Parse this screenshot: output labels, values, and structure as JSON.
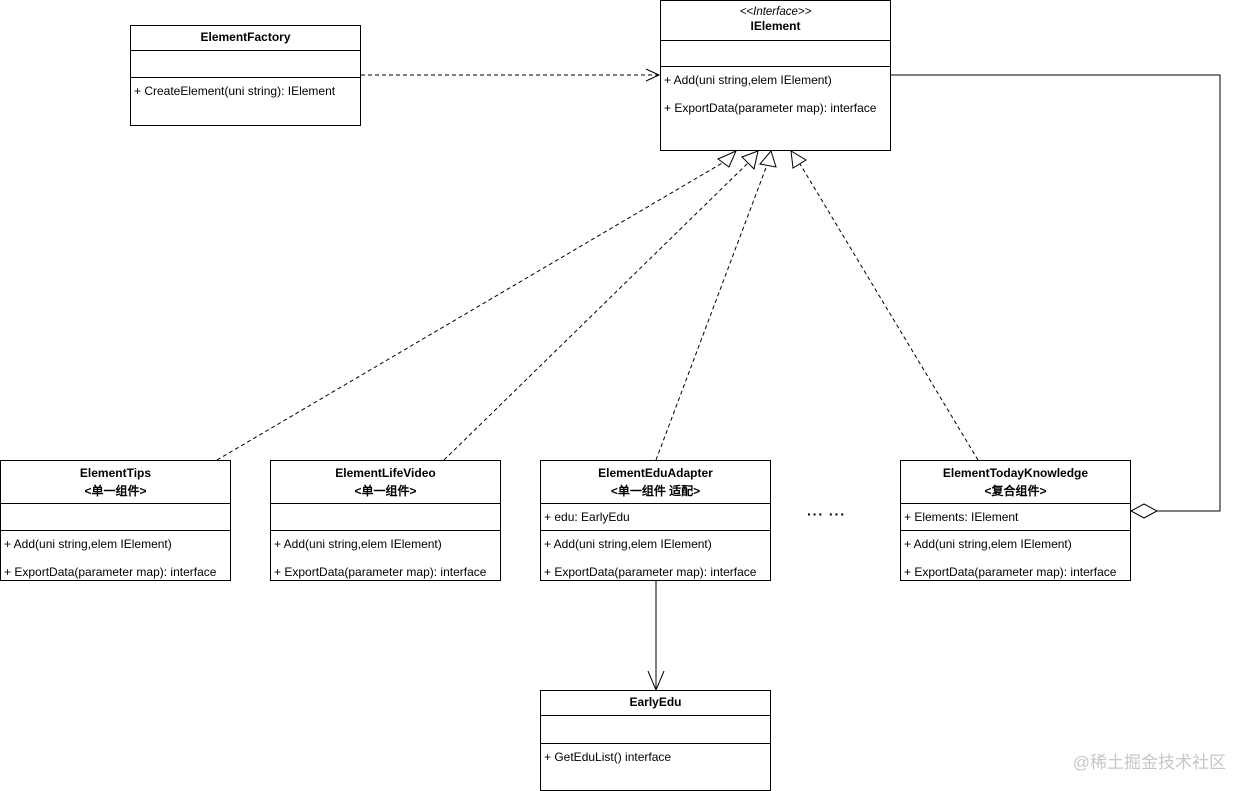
{
  "classes": {
    "element_factory": {
      "name": "ElementFactory",
      "operations": [
        "+ CreateElement(uni string): IElement"
      ]
    },
    "ielement": {
      "stereotype": "<<Interface>>",
      "name": "IElement",
      "operations": [
        "+ Add(uni string,elem IElement)",
        "+ ExportData(parameter map): interface"
      ]
    },
    "element_tips": {
      "name": "ElementTips",
      "tag": "<单一组件>",
      "operations": [
        "+ Add(uni string,elem IElement)",
        "+ ExportData(parameter map): interface"
      ]
    },
    "element_life_video": {
      "name": "ElementLifeVideo",
      "tag": "<单一组件>",
      "operations": [
        "+ Add(uni string,elem IElement)",
        "+ ExportData(parameter map): interface"
      ]
    },
    "element_edu_adapter": {
      "name": "ElementEduAdapter",
      "tag": "<单一组件 适配>",
      "attributes": [
        "+ edu: EarlyEdu"
      ],
      "operations": [
        "+ Add(uni string,elem IElement)",
        "+ ExportData(parameter map): interface"
      ]
    },
    "element_today_knowledge": {
      "name": "ElementTodayKnowledge",
      "tag": "<复合组件>",
      "attributes": [
        "+ Elements: IElement"
      ],
      "operations": [
        "+ Add(uni string,elem IElement)",
        "+ ExportData(parameter map): interface"
      ]
    },
    "early_edu": {
      "name": "EarlyEdu",
      "operations": [
        "+ GetEduList() interface"
      ]
    }
  },
  "ellipsis": "··· ···",
  "watermark": "@稀土掘金技术社区"
}
